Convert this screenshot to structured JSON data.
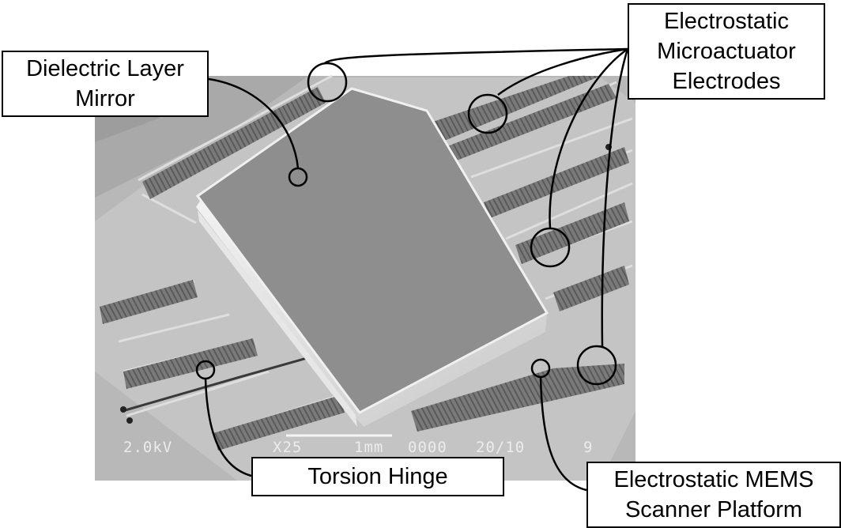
{
  "labels": {
    "mirror": [
      "Dielectric Layer",
      "Mirror"
    ],
    "electrodes": [
      "Electrostatic",
      "Microactuator",
      "Electrodes"
    ],
    "hinge": [
      "Torsion Hinge"
    ],
    "platform": [
      "Electrostatic MEMS",
      "Scanner Platform"
    ]
  },
  "sem_info": {
    "voltage": "2.0kV",
    "magnification": "X25",
    "scale": "1mm",
    "image_number": "0000",
    "date": "20/10",
    "tail": "9"
  },
  "colors": {
    "line": "#000000",
    "substrate": "#bdbdbd",
    "mirror_top": "#8f8f8f",
    "mirror_side": "#d9d9d9",
    "electrode_dark": "#6a6a6a"
  }
}
